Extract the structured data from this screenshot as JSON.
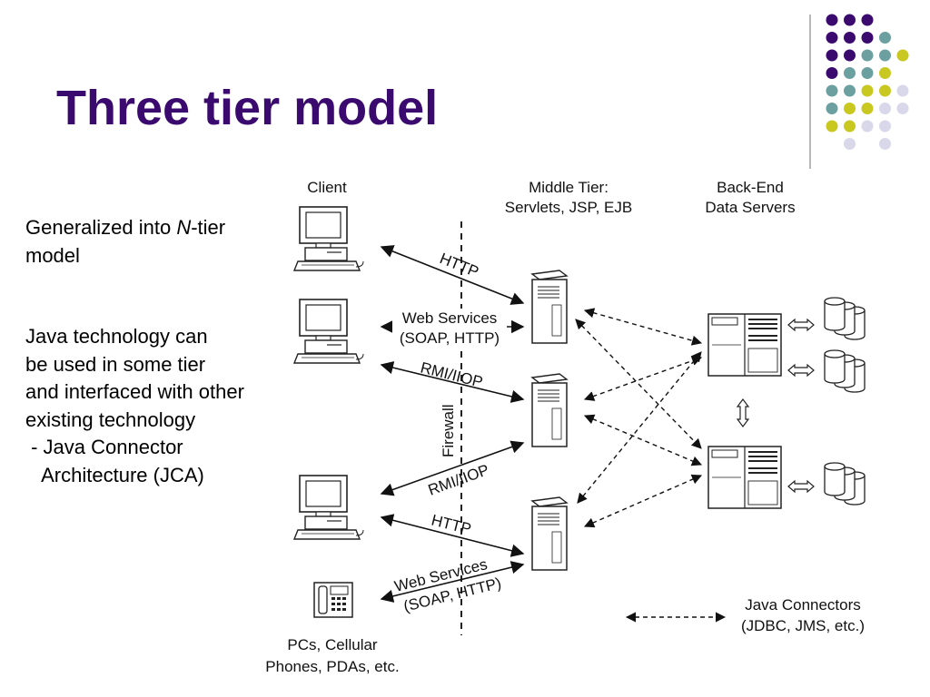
{
  "slide": {
    "title": "Three tier model",
    "accent_color": "#3b0a6e",
    "dot_colors": [
      "#3b0a6e",
      "#6b9fa0",
      "#c8c820",
      "#d8d8ea"
    ]
  },
  "notes": {
    "generalized_prefix": "Generalized into ",
    "generalized_n": "N",
    "generalized_suffix": "-tier",
    "generalized_line2": "model",
    "java_lines": [
      "Java technology can",
      "be used in some tier",
      "and interfaced with other",
      "existing technology",
      " - Java Connector",
      "   Architecture (JCA)"
    ]
  },
  "diagram": {
    "client_header": "Client",
    "middle_header_1": "Middle Tier:",
    "middle_header_2": "Servlets, JSP, EJB",
    "backend_header_1": "Back-End",
    "backend_header_2": "Data Servers",
    "firewall": "Firewall",
    "protocols": {
      "http_top": "HTTP",
      "ws_top_1": "Web Services",
      "ws_top_2": "(SOAP, HTTP)",
      "rmi_top": "RMI/IIOP",
      "rmi_bottom": "RMI/IIOP",
      "http_bottom": "HTTP",
      "ws_bottom_1": "Web Services",
      "ws_bottom_2": "(SOAP, HTTP)"
    },
    "devices_1": "PCs, Cellular",
    "devices_2": "Phones, PDAs, etc.",
    "legend_1": "Java Connectors",
    "legend_2": "(JDBC, JMS, etc.)"
  }
}
